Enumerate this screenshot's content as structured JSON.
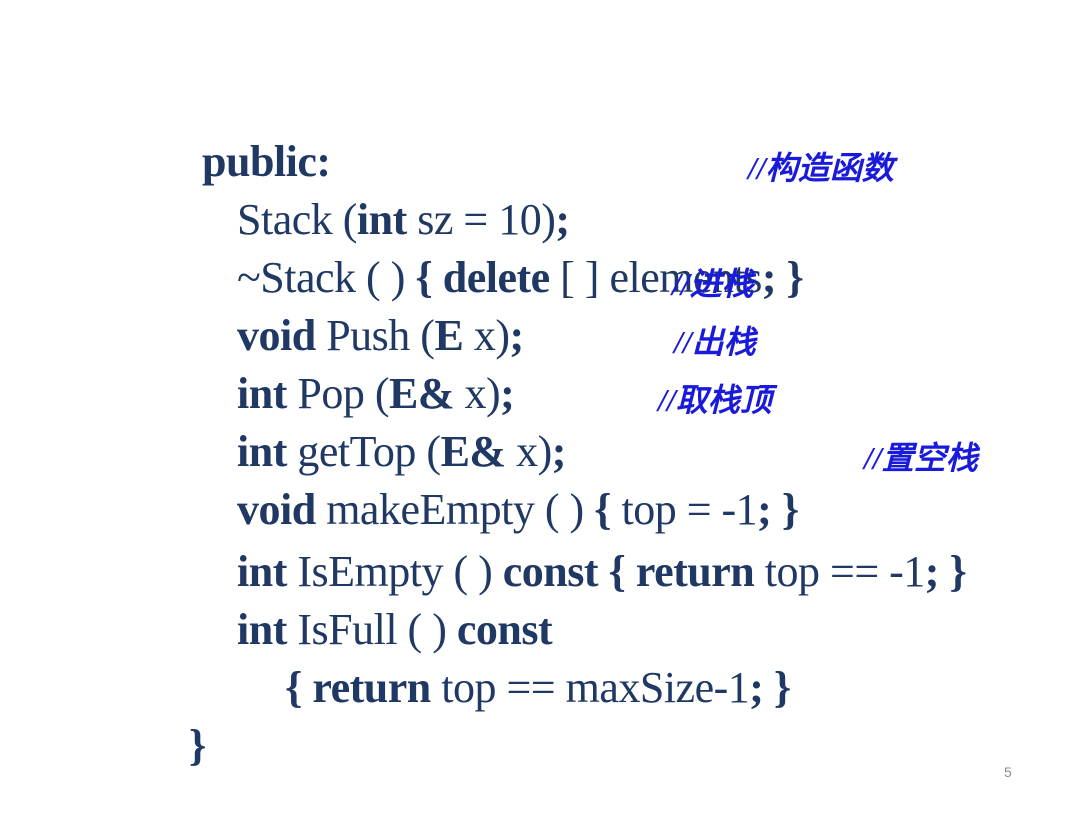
{
  "code": {
    "l1": [
      "public:"
    ],
    "l2": [
      "Stack (",
      "int",
      " sz = 10)",
      ";"
    ],
    "l3": [
      "~Stack ( ) ",
      "{",
      " ",
      "delete",
      " [ ] elements",
      ";",
      " ",
      "}"
    ],
    "l4": [
      "void",
      " Push (",
      "E",
      " x)",
      ";"
    ],
    "l5": [
      "int",
      " Pop (",
      "E&",
      " x)",
      ";"
    ],
    "l6": [
      "int",
      " getTop (",
      "E&",
      " x)",
      ";"
    ],
    "l7": [
      "void",
      " makeEmpty ( ) ",
      "{",
      " top = -1",
      ";",
      " ",
      "}"
    ],
    "l8": [
      "int",
      " IsEmpty ( ) ",
      "const",
      " ",
      "{",
      " ",
      "return",
      " top == -1",
      ";",
      " ",
      "}"
    ],
    "l9": [
      "int",
      " IsFull ( ) ",
      "const"
    ],
    "l10": [
      "{",
      " ",
      "return",
      " top == maxSize-1",
      ";",
      " ",
      "}"
    ],
    "l11": [
      "}"
    ]
  },
  "comments": {
    "c2": "//构造函数",
    "c4": "//进栈",
    "c5": "//出栈",
    "c6": "//取栈顶",
    "c7": "//置空栈"
  },
  "page_number": "5"
}
